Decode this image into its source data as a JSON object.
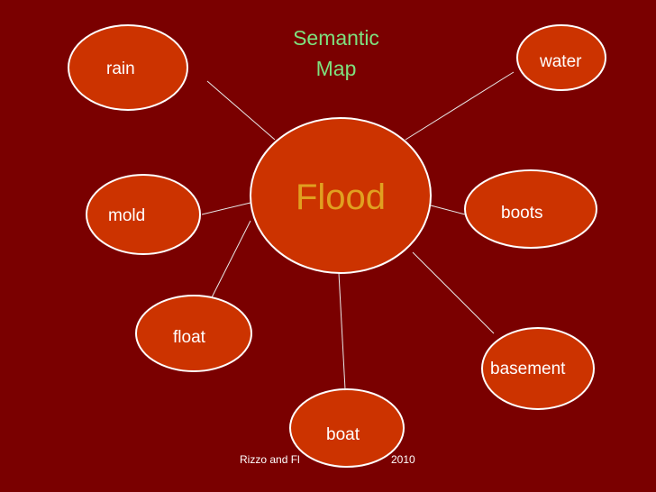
{
  "title": {
    "line1": "Semantic",
    "line2": "Map"
  },
  "center": {
    "label": "Flood"
  },
  "nodes": [
    {
      "id": "rain",
      "label": "rain"
    },
    {
      "id": "water",
      "label": "water"
    },
    {
      "id": "mold",
      "label": "mold"
    },
    {
      "id": "boots",
      "label": "boots"
    },
    {
      "id": "float",
      "label": "float"
    },
    {
      "id": "basement",
      "label": "basement"
    },
    {
      "id": "boat",
      "label": "boat"
    }
  ],
  "footer": {
    "left": "Rizzo and Fl",
    "right": "2010"
  },
  "colors": {
    "background": "#7a0000",
    "node_fill": "#cc3300",
    "node_stroke": "#ffffff",
    "center_text": "#e0a020",
    "title_text": "#7ee07e",
    "connector": "#e8e8e8"
  }
}
